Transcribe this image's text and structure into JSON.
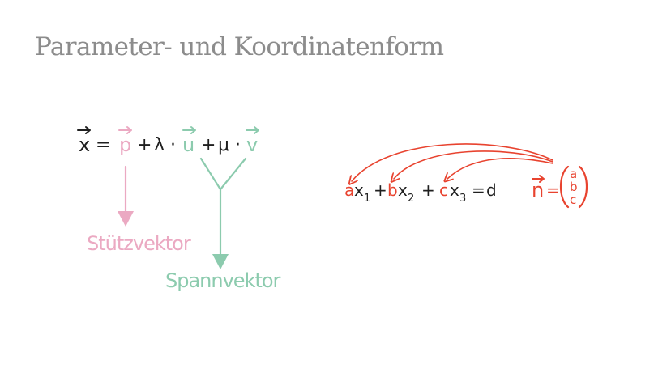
{
  "slide": {
    "title": "Parameter- und Koordinatenform"
  },
  "parameter_form": {
    "x": "x",
    "equals": "=",
    "p": "p",
    "plus": "+",
    "lambda": "λ",
    "dot": "·",
    "u": "u",
    "mu": "μ",
    "v": "v",
    "support_label": "Stützvektor",
    "span_label": "Spannvektor"
  },
  "coordinate_form": {
    "a": "a",
    "x1": "x",
    "sub1": "1",
    "plus": "+",
    "b": "b",
    "x2": "x",
    "sub2": "2",
    "c": "c",
    "x3": "x",
    "sub3": "3",
    "equals": "=",
    "d": "d",
    "n": "n",
    "n_a": "a",
    "n_b": "b",
    "n_c": "c"
  },
  "colors": {
    "pink": "#eba9c2",
    "green": "#8ccbae",
    "red": "#e8432f",
    "dark": "#1f1f1f",
    "title": "#8c8c8c"
  }
}
